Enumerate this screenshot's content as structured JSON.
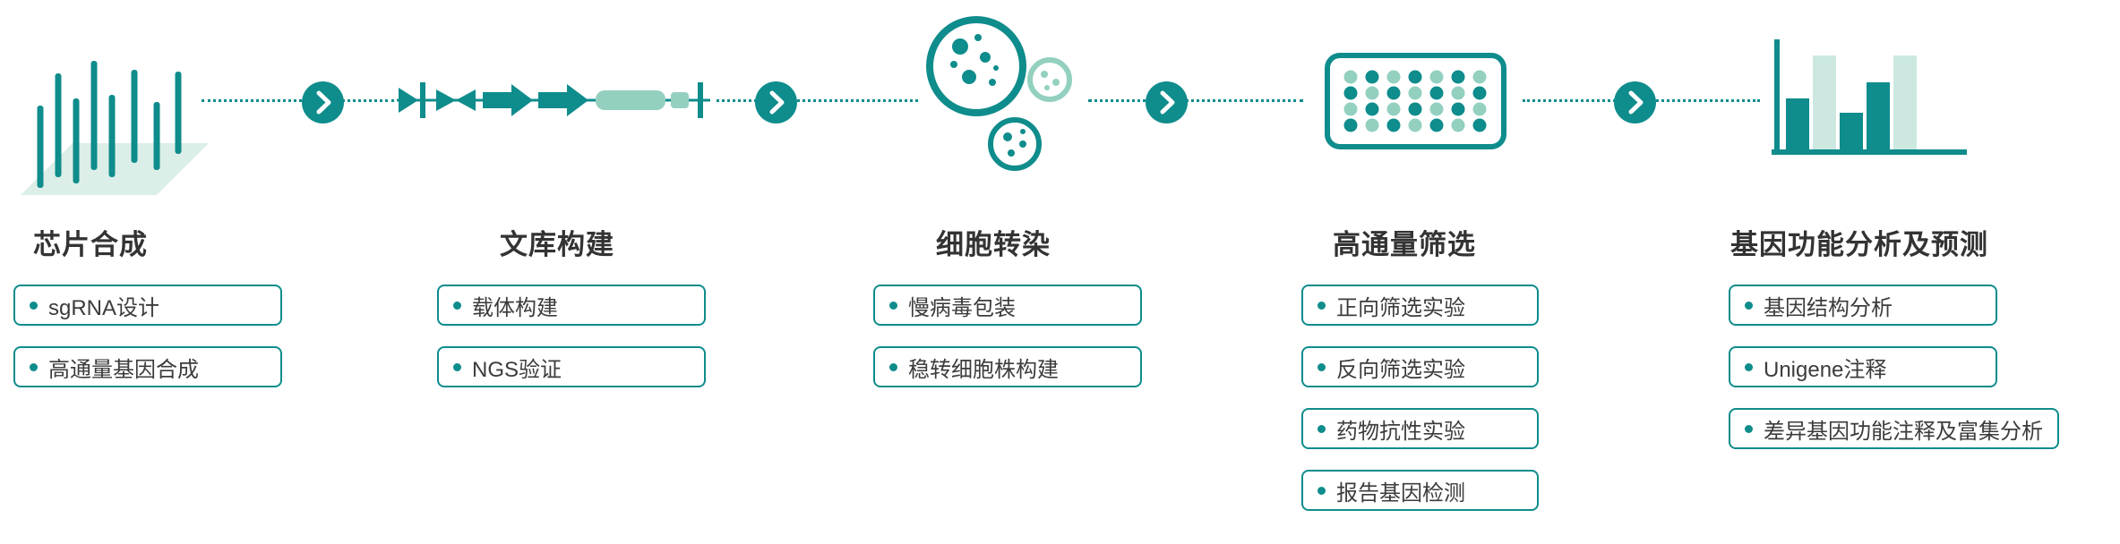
{
  "palette": {
    "primary": "#0F8C8C",
    "light": "#93D0C0",
    "pale": "#CDE8E0",
    "plane": "#DCEEE8",
    "ink": "#333333",
    "ink2": "#3C3C3C"
  },
  "stages": [
    {
      "title": "芯片合成",
      "icon": "chip-array-icon",
      "items": [
        "sgRNA设计",
        "高通量基因合成"
      ]
    },
    {
      "title": "文库构建",
      "icon": "vector-construct-icon",
      "items": [
        "载体构建",
        "NGS验证"
      ]
    },
    {
      "title": "细胞转染",
      "icon": "cells-icon",
      "items": [
        "慢病毒包装",
        "稳转细胞株构建"
      ]
    },
    {
      "title": "高通量筛选",
      "icon": "microplate-icon",
      "items": [
        "正向筛选实验",
        "反向筛选实验",
        "药物抗性实验",
        "报告基因检测"
      ]
    },
    {
      "title": "基因功能分析及预测",
      "icon": "bar-chart-icon",
      "items": [
        "基因结构分析",
        "Unigene注释",
        "差异基因功能注释及富集分析"
      ]
    }
  ],
  "connector": {
    "arrow_icon": "chevron-right-icon"
  }
}
